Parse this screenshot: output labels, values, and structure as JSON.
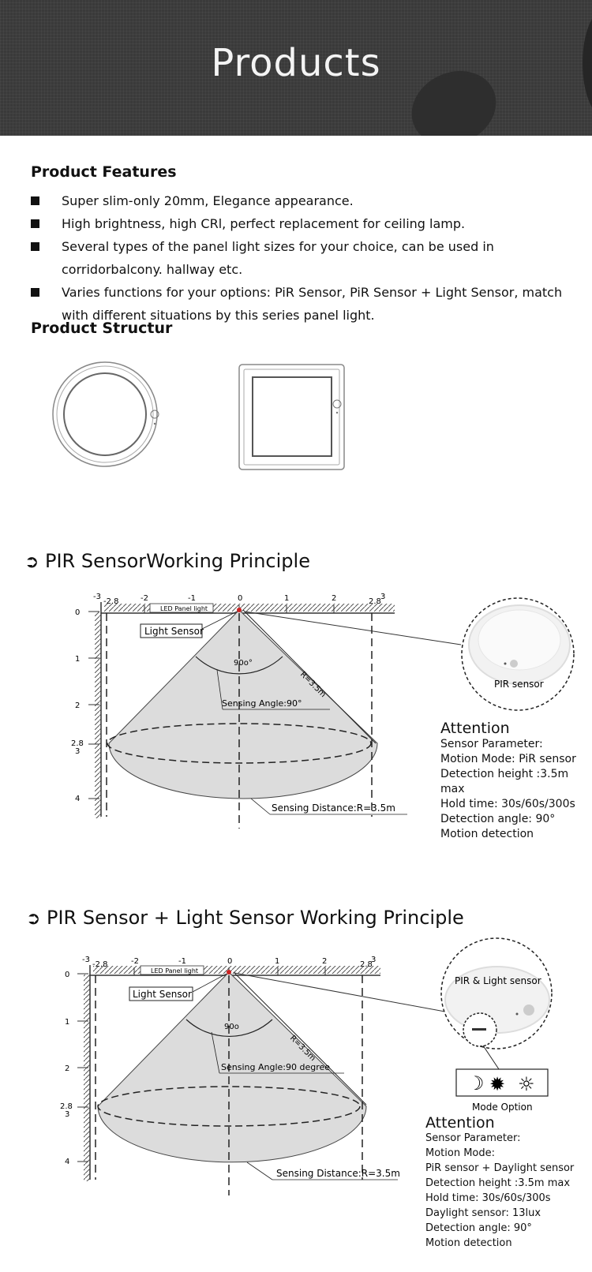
{
  "page": {
    "title": "Products"
  },
  "features": {
    "heading": "Product Features",
    "items": [
      "Super slim-only 20mm, Elegance appearance.",
      "High brightness, high CRl, perfect replacement for ceiling lamp.",
      "Several types of the panel light sizes for your choice, can be used in corridorbalcony. hallway etc.",
      "Varies functions for your options: PiR Sensor, PiR Sensor + Light Sensor, match with different situations by this series panel light."
    ]
  },
  "structure": {
    "heading": "Product Structur"
  },
  "pir": {
    "heading": "PIR SensorWorking Principle",
    "diagram": {
      "top_ticks": [
        "-3",
        "-2.8",
        "-2",
        "-1",
        "0",
        "1",
        "2",
        "2.8",
        "3"
      ],
      "left_ticks": [
        "0",
        "1",
        "2",
        "2.8",
        "3",
        "4"
      ],
      "panel_label": "LED Panel light",
      "light_sensor_label": "Light Sensor",
      "angle_label": "90o°",
      "radius_label": "R=3.5m",
      "sensing_angle_label": "Sensing Angle:90°",
      "sensing_distance_label": "Sensing Distance:R=3.5m",
      "product_label": "PIR sensor"
    },
    "attention": {
      "title": "Attention",
      "lines": [
        "Sensor Parameter:",
        "Motion Mode: PiR sensor",
        "Detection height :3.5m max",
        "Hold time: 30s/60s/300s",
        "Detection angle: 90°",
        "Motion detection"
      ]
    }
  },
  "pir_light": {
    "heading": "PIR Sensor + Light Sensor Working Principle",
    "diagram": {
      "top_ticks": [
        "-3",
        "-2.8",
        "-2",
        "-1",
        "0",
        "1",
        "2",
        "2.8",
        "3"
      ],
      "left_ticks": [
        "0",
        "1",
        "2",
        "2.8",
        "3",
        "4"
      ],
      "panel_label": "LED Panel light",
      "light_sensor_label": "Light Sensor",
      "angle_label": "90o",
      "radius_label": "R=3.5m",
      "sensing_angle_label": "Sensing Angle:90 degree",
      "sensing_distance_label": "Sensing Distance:R=3.5m",
      "product_label": "PIR & Light sensor",
      "mode_option_label": "Mode Option"
    },
    "attention": {
      "title": "Attention",
      "lines": [
        "Sensor Parameter:",
        "Motion Mode:",
        "PiR sensor + Daylight sensor",
        "Detection height :3.5m max",
        "Hold time: 30s/60s/300s",
        "Daylight sensor: 13lux",
        "Detection angle: 90°",
        "Motion detection"
      ]
    }
  },
  "icons": {
    "section_arrow": "arrow-circle-right-icon",
    "mode_icons": [
      "moon-icon",
      "bright-sun-icon",
      "sun-icon"
    ]
  },
  "colors": {
    "hero_bg": "#3a3a3a",
    "cone_fill": "#dcdcdc",
    "text": "#111111"
  }
}
